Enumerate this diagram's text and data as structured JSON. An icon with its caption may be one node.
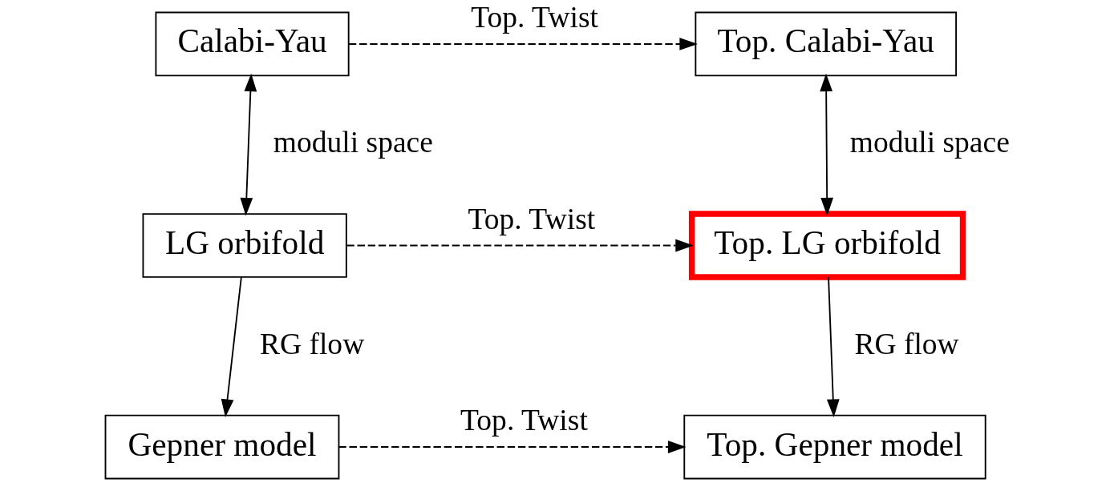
{
  "diagram": {
    "nodes": [
      {
        "text": [
          "Calabi-Yau"
        ]
      },
      {
        "text": [
          "Top. Calabi-Yau"
        ]
      },
      {
        "text": [
          "LG orbifold"
        ]
      },
      {
        "text": [
          "Top. LG orbifold"
        ]
      },
      {
        "text": [
          "Gepner model"
        ]
      },
      {
        "text": [
          "Top. Gepner model"
        ]
      }
    ],
    "edges": [
      {
        "from": 0,
        "to": 1,
        "arrow": "to",
        "label": "Top. Twist",
        "style": "dashed"
      },
      {
        "from": 0,
        "to": 2,
        "arrow": "both",
        "label": "moduli space"
      },
      {
        "from": 1,
        "to": 3,
        "arrow": "both",
        "label": "moduli space"
      },
      {
        "from": 2,
        "to": 3,
        "arrow": "to",
        "label": "Top. Twist",
        "style": "dashed"
      },
      {
        "from": 2,
        "to": 4,
        "arrow": "to",
        "label": "RG flow"
      },
      {
        "from": 3,
        "to": 5,
        "arrow": "to",
        "label": "RG flow"
      },
      {
        "from": 4,
        "to": 5,
        "arrow": "to",
        "label": "Top. Twist",
        "style": "dashed"
      }
    ]
  }
}
